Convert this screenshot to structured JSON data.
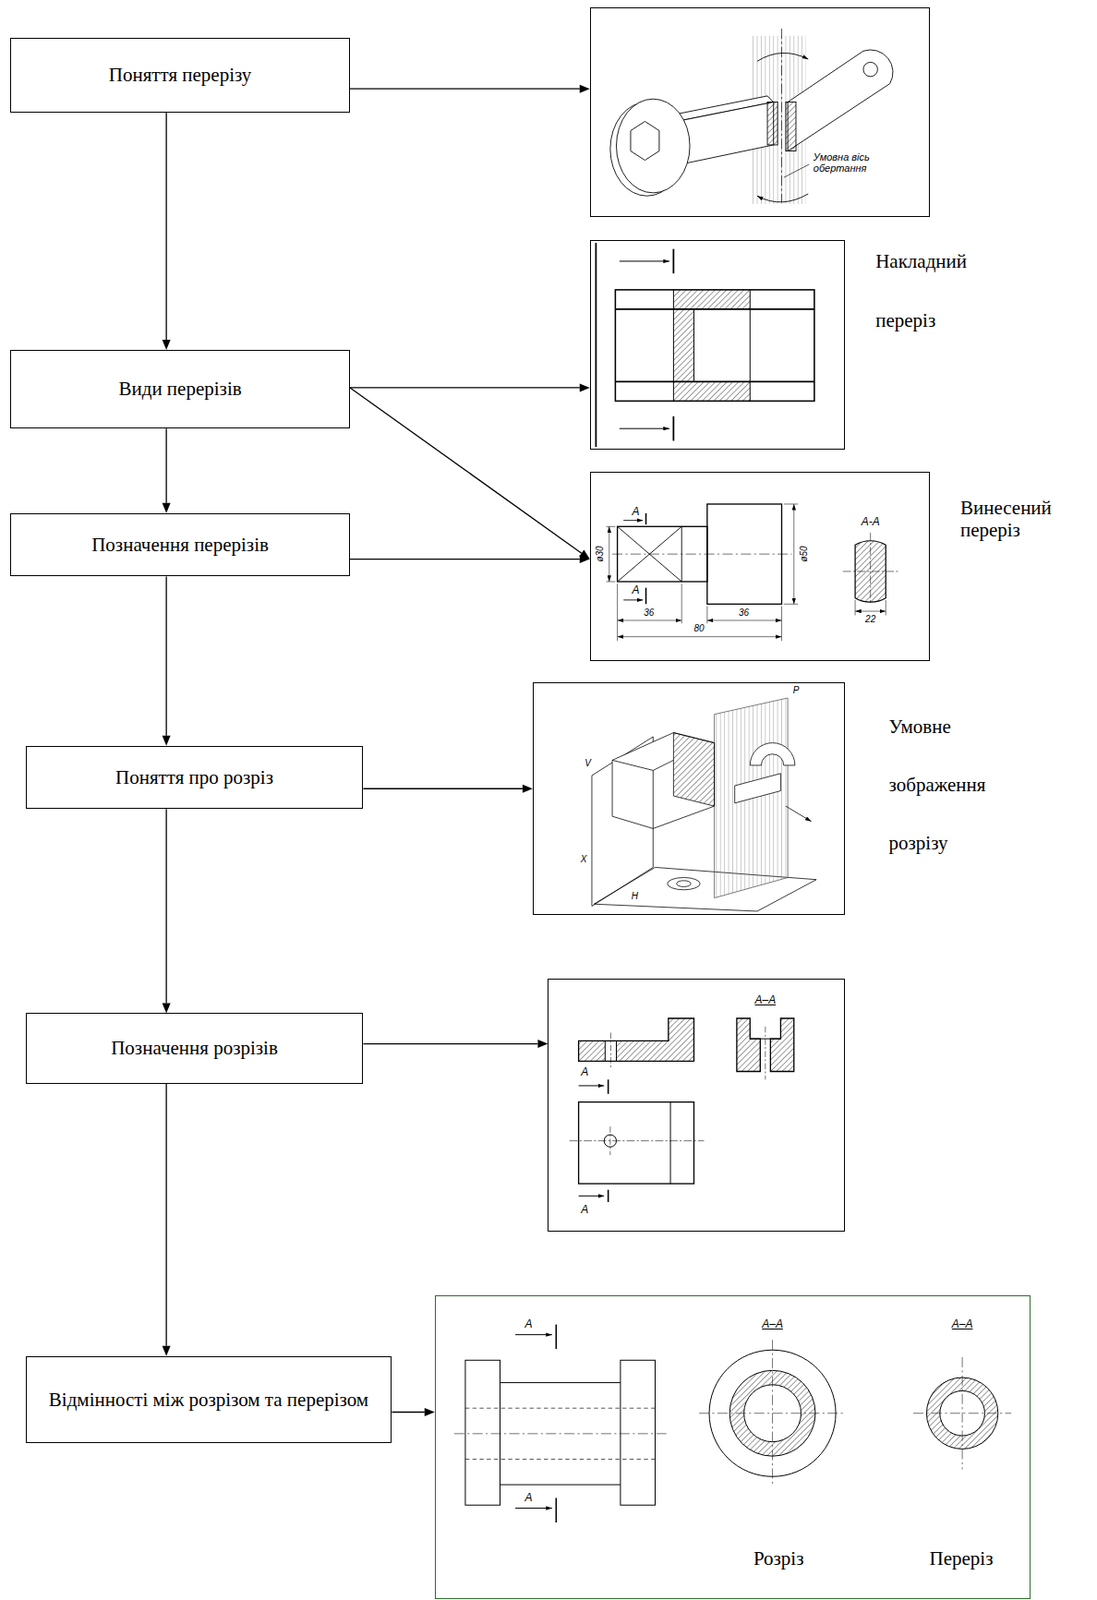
{
  "diagram": {
    "nodes": [
      {
        "text": [
          "Поняття перерізу"
        ]
      },
      {
        "text": [
          "Умовна вісь обертання"
        ]
      },
      {
        "text": [
          "Види перерізів"
        ]
      },
      {
        "text": [
          "Накладний переріз"
        ]
      },
      {
        "text": [
          "Позначення перерізів"
        ]
      },
      {
        "text": [
          "Винесений переріз",
          "A",
          "A-A",
          "ø30",
          "ø50",
          "A",
          "36",
          "36",
          "80",
          "22"
        ]
      },
      {
        "text": [
          "Поняття про розріз"
        ]
      },
      {
        "text": [
          "Умовне зображення розрізу",
          "V",
          "P",
          "X",
          "H"
        ]
      },
      {
        "text": [
          "Позначення розрізів"
        ]
      },
      {
        "text": [
          "A–A",
          "A",
          "A"
        ]
      },
      {
        "text": [
          "Відмінності між розрізом та перерізом"
        ]
      },
      {
        "text": [
          "A",
          "A–A",
          "A–A",
          "A",
          "Розріз",
          "Переріз"
        ]
      }
    ],
    "edges": [
      {
        "from": 0,
        "to": 1,
        "arrow": "to"
      },
      {
        "from": 0,
        "to": 2,
        "arrow": "to"
      },
      {
        "from": 2,
        "to": 3,
        "arrow": "to"
      },
      {
        "from": 2,
        "to": 5,
        "arrow": "to"
      },
      {
        "from": 2,
        "to": 4,
        "arrow": "to"
      },
      {
        "from": 4,
        "to": 5,
        "arrow": "to"
      },
      {
        "from": 4,
        "to": 6,
        "arrow": "to"
      },
      {
        "from": 6,
        "to": 7,
        "arrow": "to"
      },
      {
        "from": 6,
        "to": 8,
        "arrow": "to"
      },
      {
        "from": 8,
        "to": 9,
        "arrow": "to"
      },
      {
        "from": 8,
        "to": 10,
        "arrow": "to"
      },
      {
        "from": 10,
        "to": 11,
        "arrow": "to"
      }
    ]
  }
}
